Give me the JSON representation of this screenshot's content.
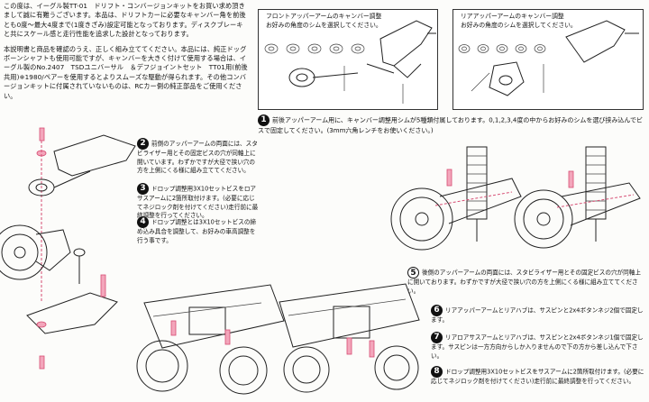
{
  "intro": {
    "p1": "この度は、イーグル製TT-01　ドリフト・コンバージョンキットをお買い求め頂きまして誠に有難うございます。本品は、ドリフトカーに必要なキャンバー角を前後とも0度～最大4度まで(1度きざみ)設定可能となっております。ディスクブレーキと共にスケール感と走行性能を追求した設計となっております。",
    "p2": "本説明書と商品を確認のうえ、正しく組み立ててください。本品には、純正ドッグボーンシャフトも使用可能ですが、キャンバーを大きく付けて使用する場合は、イーグル製のNo.2407　TSDユニバーサル　＆デフジョイントセット　TT01用(前後共用)※1980/ペアーを使用するとよりスムーズな駆動が得られます。その他コンバージョンキットに付属されていないものは、RCカー側の純正部品をご使用ください。"
  },
  "front_ref": {
    "title_line1": "フロントアッパーアームのキャンバー調整",
    "title_line2": "お好みの角度のシムを選択してください。"
  },
  "rear_ref": {
    "title_line1": "リアアッパーアームのキャンバー調整",
    "title_line2": "お好みの角度のシムを選択してください。"
  },
  "steps": [
    {
      "num": "1",
      "text": "前後アッパーアーム用に、キャンバー調整用シムが5種類付属しております。0,1,2,3,4度の中からお好みのシムを選び挟み込んでビスで固定してください。(3mm六角レンチをお使いください。)"
    },
    {
      "num": "2",
      "text": "前側のアッパーアームの両面には、スタビライザー用とその固定ビスの穴が同軸上に開いています。わずかですが大径で挟い穴の方を上側にくる様に組み立ててください。"
    },
    {
      "num": "3",
      "text": "ドロップ調整用3X10セットビスをロアサスアームに2箇所取付けます。(必要に応じてネジロック剤を付けてください)走行前に最終調整を行ってください。"
    },
    {
      "num": "4",
      "text": "ドロップ調整とは3X10セットビスの締め込み具合を調整して、お好みの車高調整を行う事です。"
    },
    {
      "num": "5",
      "text": "後側のアッパーアームの両面には、スタビライザー用とその固定ビスの穴が同軸上に開いております。わずかですが大径で挟い穴の方を上側にくる様に組み立ててください。"
    },
    {
      "num": "6",
      "text": "リアアッパーアームとリアハブは、サスピンと2x4ボタンネジ2個で固定します。"
    },
    {
      "num": "7",
      "text": "リアロアサスアームとリアハブは、サスピンと2x4ボタンネジ1個で固定します。サスピンは一方方向からしか入りませんので下の方から差し込んで下さい。"
    },
    {
      "num": "8",
      "text": "ドロップ調整用3X10セットビスをサスアームに2箇所取付けます。(必要に応じてネジロック剤を付けてください)走行前に最終調整を行ってください。"
    }
  ],
  "colors": {
    "accent_pink": "#f3a6bb",
    "ink": "#111111"
  }
}
